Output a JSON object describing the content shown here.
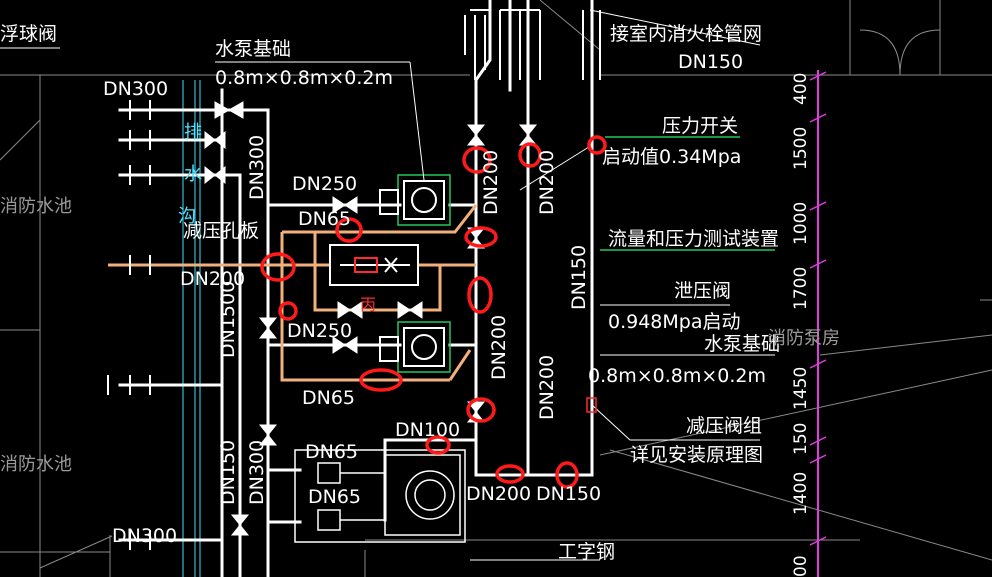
{
  "colors": {
    "background": "#000000",
    "pipe": "#ffffff",
    "orifice_pipe": "#f2b07a",
    "leader_green": "#22c95a",
    "dimension_magenta": "#e23de0",
    "grid_cyan": "#3fe0ff",
    "highlight_red": "#ff1a1a",
    "pump_base_green": "#22c95a",
    "reference_gray": "#9a9a9a"
  },
  "labels": {
    "float_valve": "浮球阀",
    "pump_base_top_title": "水泵基础",
    "pump_base_top_size": "0.8m×0.8m×0.2m",
    "dn300_top": "DN300",
    "to_indoor_hydrant": "接室内消火栓管网",
    "dn150_top": "DN150",
    "pressure_switch": "压力开关",
    "pressure_switch_start": "启动值0.34Mpa",
    "fire_pool_upper": "消防水池",
    "dn250_upper": "DN250",
    "dn65_upper": "DN65",
    "orifice_plate": "减压孔板",
    "flow_test_device": "流量和压力测试装置",
    "dn200_left": "DN200",
    "relief_valve": "泄压阀",
    "relief_valve_setting": "0.948Mpa启动",
    "dn250_lower": "DN250",
    "pump_base_lower_title": "水泵基础",
    "pump_base_lower_size": "0.8m×0.8m×0.2m",
    "pump_room": "消防泵房",
    "dn65_lower": "DN65",
    "fire_pool_lower": "消防水池",
    "dn100": "DN100",
    "prv_group": "减压阀组",
    "prv_group_note": "详见安装原理图",
    "dn65_box_a": "DN65",
    "dn65_box_b": "DN65",
    "dn200_bottom": "DN200",
    "dn150_bottom": "DN150",
    "dn300_bottom": "DN300",
    "i_beam": "工字钢",
    "pipe_dn300_v1": "DN300",
    "pipe_dn1500_v": "DN1500",
    "pipe_dn150_v": "DN150",
    "pipe_dn300_v2": "DN300",
    "pipe_dn200_v1": "DN200",
    "pipe_dn200_v2": "DN200",
    "pipe_dn150_v2": "DN150",
    "pipe_dn200_v3": "DN200",
    "pipe_dn200_v4": "DN200",
    "cyan_pai": "排",
    "cyan_shui": "水",
    "cyan_gou": "沟",
    "red_valve_mark": "丙"
  },
  "dimensions": [
    "400",
    "1500",
    "1000",
    "1700",
    "1450",
    "150",
    "1400",
    "00"
  ]
}
